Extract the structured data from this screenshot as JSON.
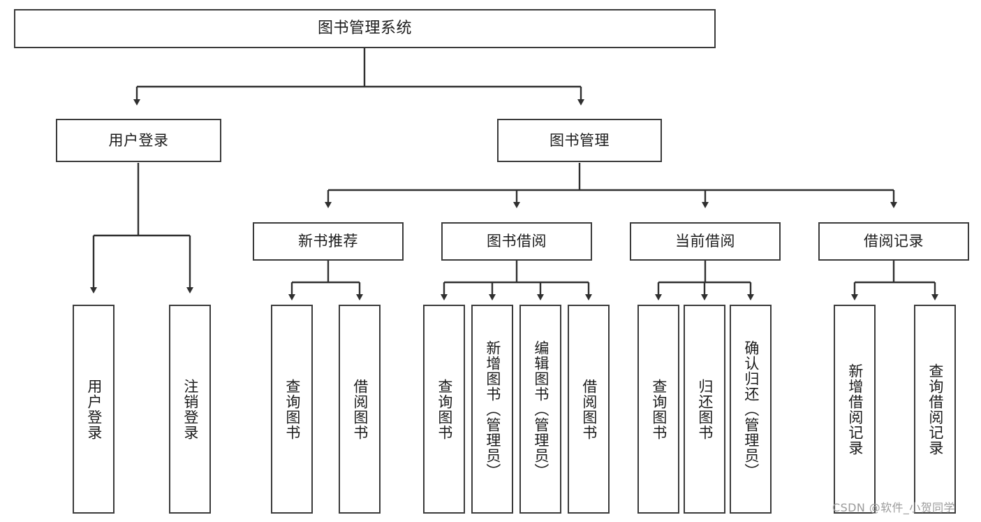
{
  "diagram": {
    "type": "hierarchy-tree",
    "title": "图书管理系统",
    "orientation": "top-down",
    "levels": 4,
    "nodes": {
      "root": {
        "label": "图书管理系统"
      },
      "level2": [
        {
          "label": "用户登录"
        },
        {
          "label": "图书管理"
        }
      ],
      "level3": [
        {
          "label": "新书推荐"
        },
        {
          "label": "图书借阅"
        },
        {
          "label": "当前借阅"
        },
        {
          "label": "借阅记录"
        }
      ],
      "leaves_user_login": [
        {
          "label": "用户登录"
        },
        {
          "label": "注销登录"
        }
      ],
      "leaves_new_book": [
        {
          "label": "查询图书"
        },
        {
          "label": "借阅图书"
        }
      ],
      "leaves_borrow": [
        {
          "label": "查询图书"
        },
        {
          "label": "新增图书（管理员）"
        },
        {
          "label": "编辑图书（管理员）"
        },
        {
          "label": "借阅图书"
        }
      ],
      "leaves_current": [
        {
          "label": "查询图书"
        },
        {
          "label": "归还图书"
        },
        {
          "label": "确认归还（管理员）"
        }
      ],
      "leaves_record": [
        {
          "label": "新增借阅记录"
        },
        {
          "label": "查询借阅记录"
        }
      ]
    },
    "colors": {
      "box_border": "#3a3a3a",
      "box_fill": "#ffffff",
      "connector": "#2f2f2f",
      "text": "#1b1b1b",
      "watermark": "#9b9b9b"
    }
  },
  "watermark": {
    "text": "CSDN @软件_小贺同学"
  }
}
